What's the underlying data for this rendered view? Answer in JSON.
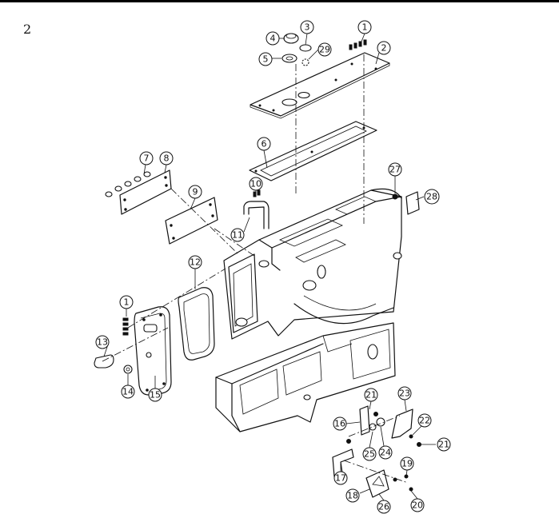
{
  "page": {
    "number": "2"
  },
  "callouts": [
    {
      "id": "c1a",
      "label": "1"
    },
    {
      "id": "c2",
      "label": "2"
    },
    {
      "id": "c3",
      "label": "3"
    },
    {
      "id": "c4",
      "label": "4"
    },
    {
      "id": "c5",
      "label": "5"
    },
    {
      "id": "c6",
      "label": "6"
    },
    {
      "id": "c7",
      "label": "7"
    },
    {
      "id": "c8",
      "label": "8"
    },
    {
      "id": "c9",
      "label": "9"
    },
    {
      "id": "c10",
      "label": "10"
    },
    {
      "id": "c11",
      "label": "11"
    },
    {
      "id": "c12",
      "label": "12"
    },
    {
      "id": "c1b",
      "label": "1"
    },
    {
      "id": "c13",
      "label": "13"
    },
    {
      "id": "c14",
      "label": "14"
    },
    {
      "id": "c15",
      "label": "15"
    },
    {
      "id": "c16",
      "label": "16"
    },
    {
      "id": "c17",
      "label": "17"
    },
    {
      "id": "c18",
      "label": "18"
    },
    {
      "id": "c19",
      "label": "19"
    },
    {
      "id": "c20",
      "label": "20"
    },
    {
      "id": "c21a",
      "label": "21"
    },
    {
      "id": "c21b",
      "label": "21"
    },
    {
      "id": "c22",
      "label": "22"
    },
    {
      "id": "c23",
      "label": "23"
    },
    {
      "id": "c24",
      "label": "24"
    },
    {
      "id": "c25",
      "label": "25"
    },
    {
      "id": "c26",
      "label": "26"
    },
    {
      "id": "c27",
      "label": "27"
    },
    {
      "id": "c28",
      "label": "28"
    },
    {
      "id": "c29",
      "label": "29"
    }
  ]
}
